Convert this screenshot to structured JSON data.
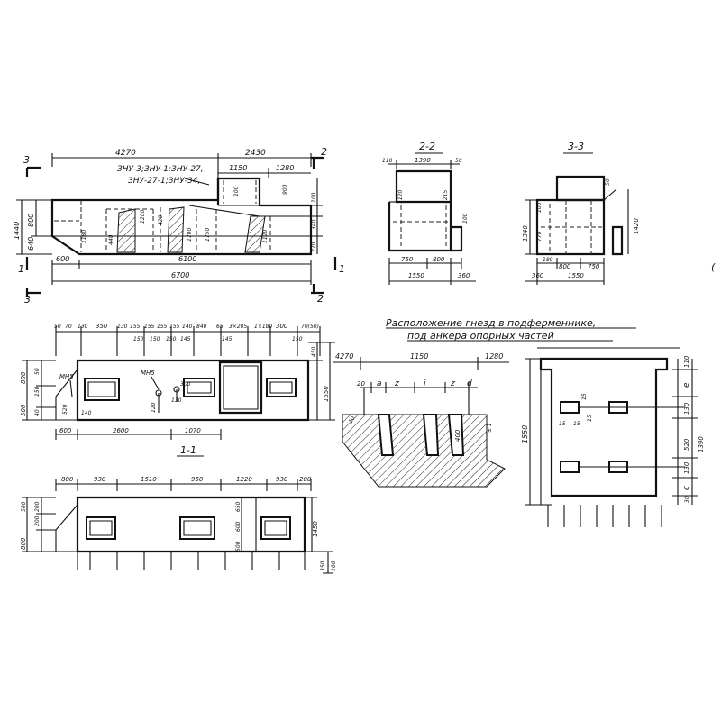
{
  "markers": {
    "s1": "1",
    "s2": "2",
    "s3": "3"
  },
  "view_top": {
    "dim_left_total": "4270",
    "dim_right_total": "2430",
    "dim_1150": "1150",
    "dim_1280": "1280",
    "label_line1": "ЗНУ-3;ЗНУ-1;ЗНУ-27,",
    "label_line2": "ЗНУ-27-1;ЗНУ-34,",
    "dim_1440": "1440",
    "dim_800": "800",
    "dim_640": "640",
    "dim_bottom_600": "600",
    "dim_bottom_6100": "6100",
    "dim_bottom_6700": "6700",
    "dim_r_100": "100",
    "dim_r_340": "340",
    "dim_r_270": "270",
    "small_dims": [
      "1180",
      "440",
      "1200",
      "420",
      "1700",
      "1750",
      "1120",
      "900",
      "100"
    ]
  },
  "section_2": {
    "title": "2-2",
    "dim_110": "110",
    "dim_1390": "1390",
    "dim_50": "50",
    "dim_1120": "1120",
    "dim_1215": "1215",
    "dim_100": "100",
    "dim_750": "750",
    "dim_800": "800",
    "dim_1550": "1550",
    "dim_360": "360"
  },
  "section_3": {
    "title": "3-3",
    "dim_1340": "1340",
    "dim_770": "770",
    "dim_100": "100",
    "dim_1420": "1420",
    "dim_180": "180",
    "dim_800": "800",
    "dim_750": "750",
    "dim_360": "360",
    "dim_1550": "1550",
    "dim_50": "50"
  },
  "view_middle": {
    "top_dims": [
      "50",
      "70",
      "130",
      "350",
      "130",
      "155",
      "155",
      "155",
      "155",
      "140",
      "840",
      "65",
      "3×205",
      "1×180",
      "300",
      "70(50)"
    ],
    "sub_dims": [
      "150",
      "150",
      "150",
      "145",
      "145",
      "150"
    ],
    "label_mn5_a": "МН5",
    "label_mn5_b": "МН5",
    "left_dims": [
      "800",
      "150",
      "500",
      "40",
      "50"
    ],
    "right_dims": [
      "450",
      "1550"
    ],
    "bottom_dims": [
      "600",
      "2600",
      "1070"
    ],
    "small_dims": [
      "520",
      "140",
      "120",
      "130",
      "300"
    ],
    "section_label": "1-1"
  },
  "view_bottom": {
    "top_dims": [
      "800",
      "930",
      "1510",
      "950",
      "1220",
      "930",
      "200"
    ],
    "left_dims": [
      "500",
      "200",
      "200",
      "800"
    ],
    "mid_dims": [
      "500",
      "600",
      "650",
      "1450"
    ],
    "right_dims": [
      "350",
      "100"
    ]
  },
  "detail": {
    "caption_line1": "Расположение гнезд в подферменнике,",
    "caption_line2": "под анкера опорных частей",
    "dim_4270": "4270",
    "dim_1150": "1150",
    "dim_1280": "1280",
    "labels": [
      "20",
      "a",
      "z",
      "i",
      "z",
      "d"
    ],
    "dim_tol": "± 1",
    "dim_400": "400",
    "dim_10": "10"
  },
  "plan": {
    "dims_right": [
      "110",
      "e",
      "130",
      "520",
      "1390",
      "130",
      "c",
      "30"
    ],
    "dim_left": "1550",
    "small": [
      "15",
      "15",
      "15",
      "15"
    ],
    "corner_mark": "("
  }
}
